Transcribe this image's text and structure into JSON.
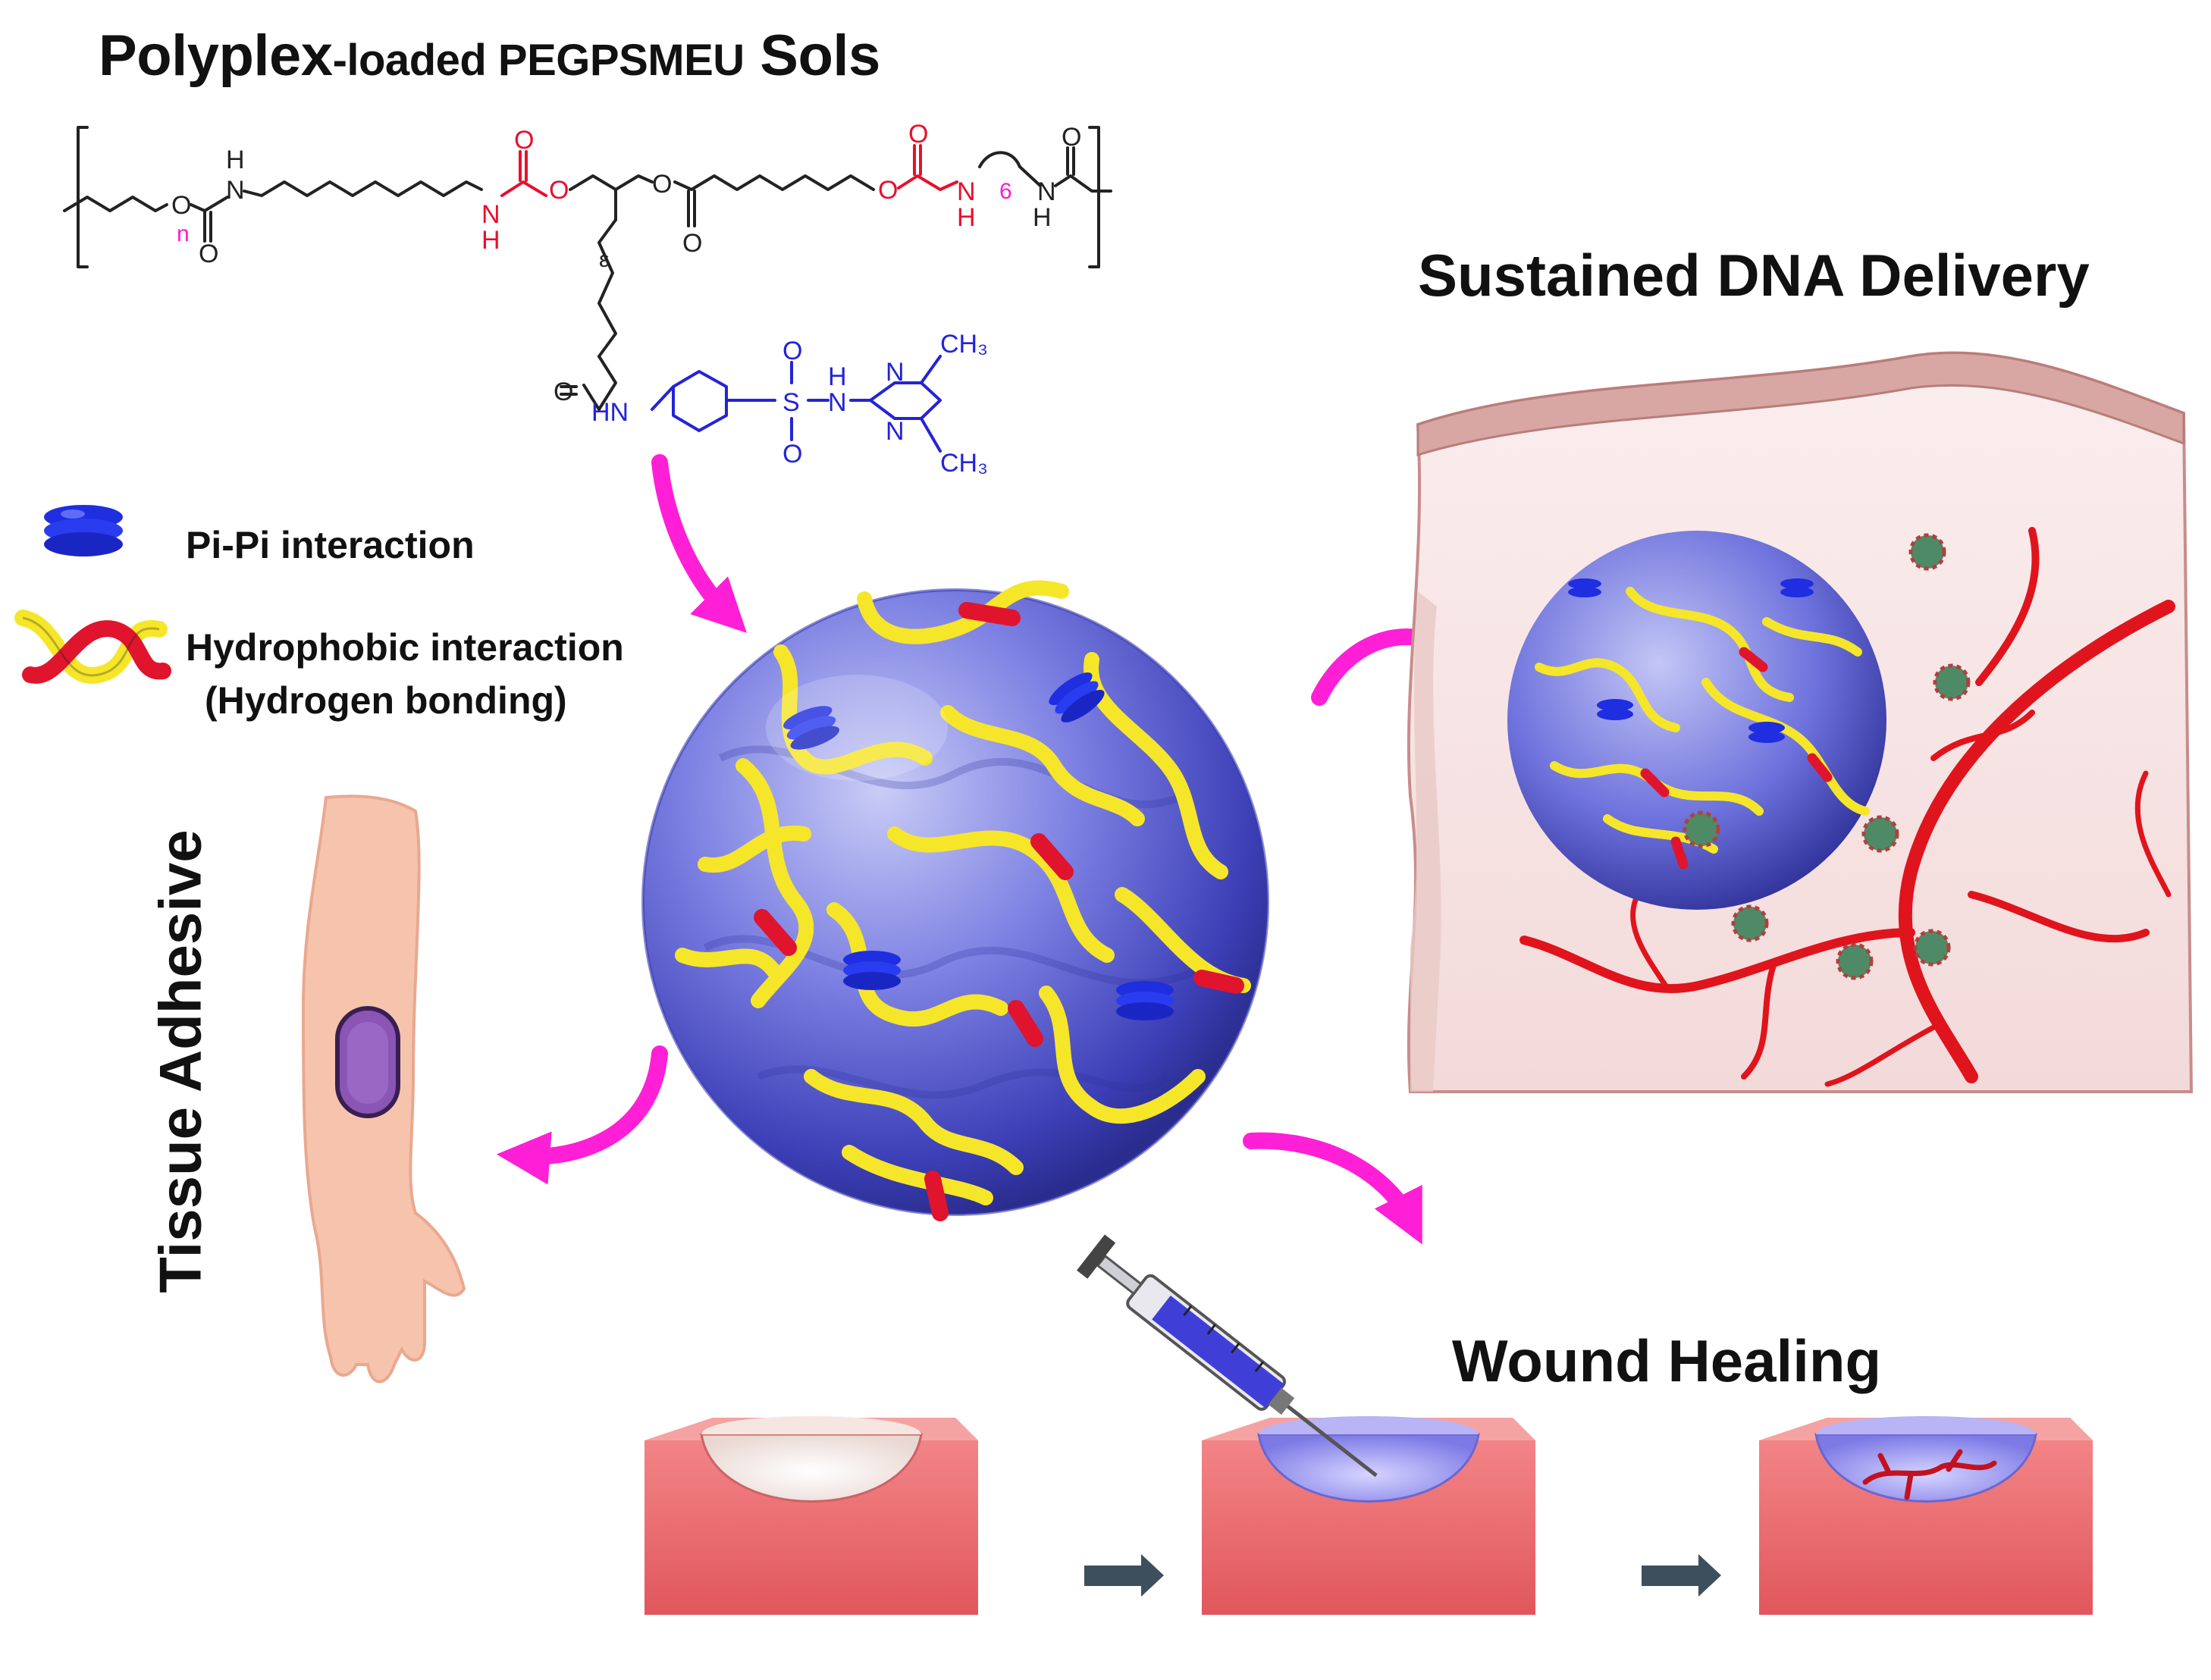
{
  "title": {
    "main": "Polyplex",
    "middle": "-loaded PEGPSMEU",
    "end": "Sols"
  },
  "chemistry": {
    "H": "H",
    "O": "O",
    "N": "N",
    "S": "S",
    "n": "n",
    "six": "6",
    "HN": "HN",
    "CH3": "CH₃",
    "eps": "ε"
  },
  "legend": {
    "pipi": "Pi-Pi interaction",
    "hydrophobic": "Hydrophobic interaction",
    "hbond": "(Hydrogen bonding)"
  },
  "labels": {
    "sustained": "Sustained DNA Delivery",
    "tissue": "Tissue Adhesive",
    "wound": "Wound Healing"
  },
  "colors": {
    "magenta_arrow": "#ff1fd6",
    "chain_black": "#222222",
    "chain_red": "#e8102c",
    "chain_blue": "#2424d6",
    "chain_magenta": "#ff19c8",
    "sphere_blue": "#5b5fd8",
    "polymer_yellow": "#f6e62a",
    "crosslink_red": "#e0142c",
    "pi_blue": "#1f2ee0",
    "skin": "#f6c4ad",
    "wound_pink": "#f07c80",
    "vessel_red": "#e0141c",
    "gray_arrow": "#3d4f5c"
  }
}
